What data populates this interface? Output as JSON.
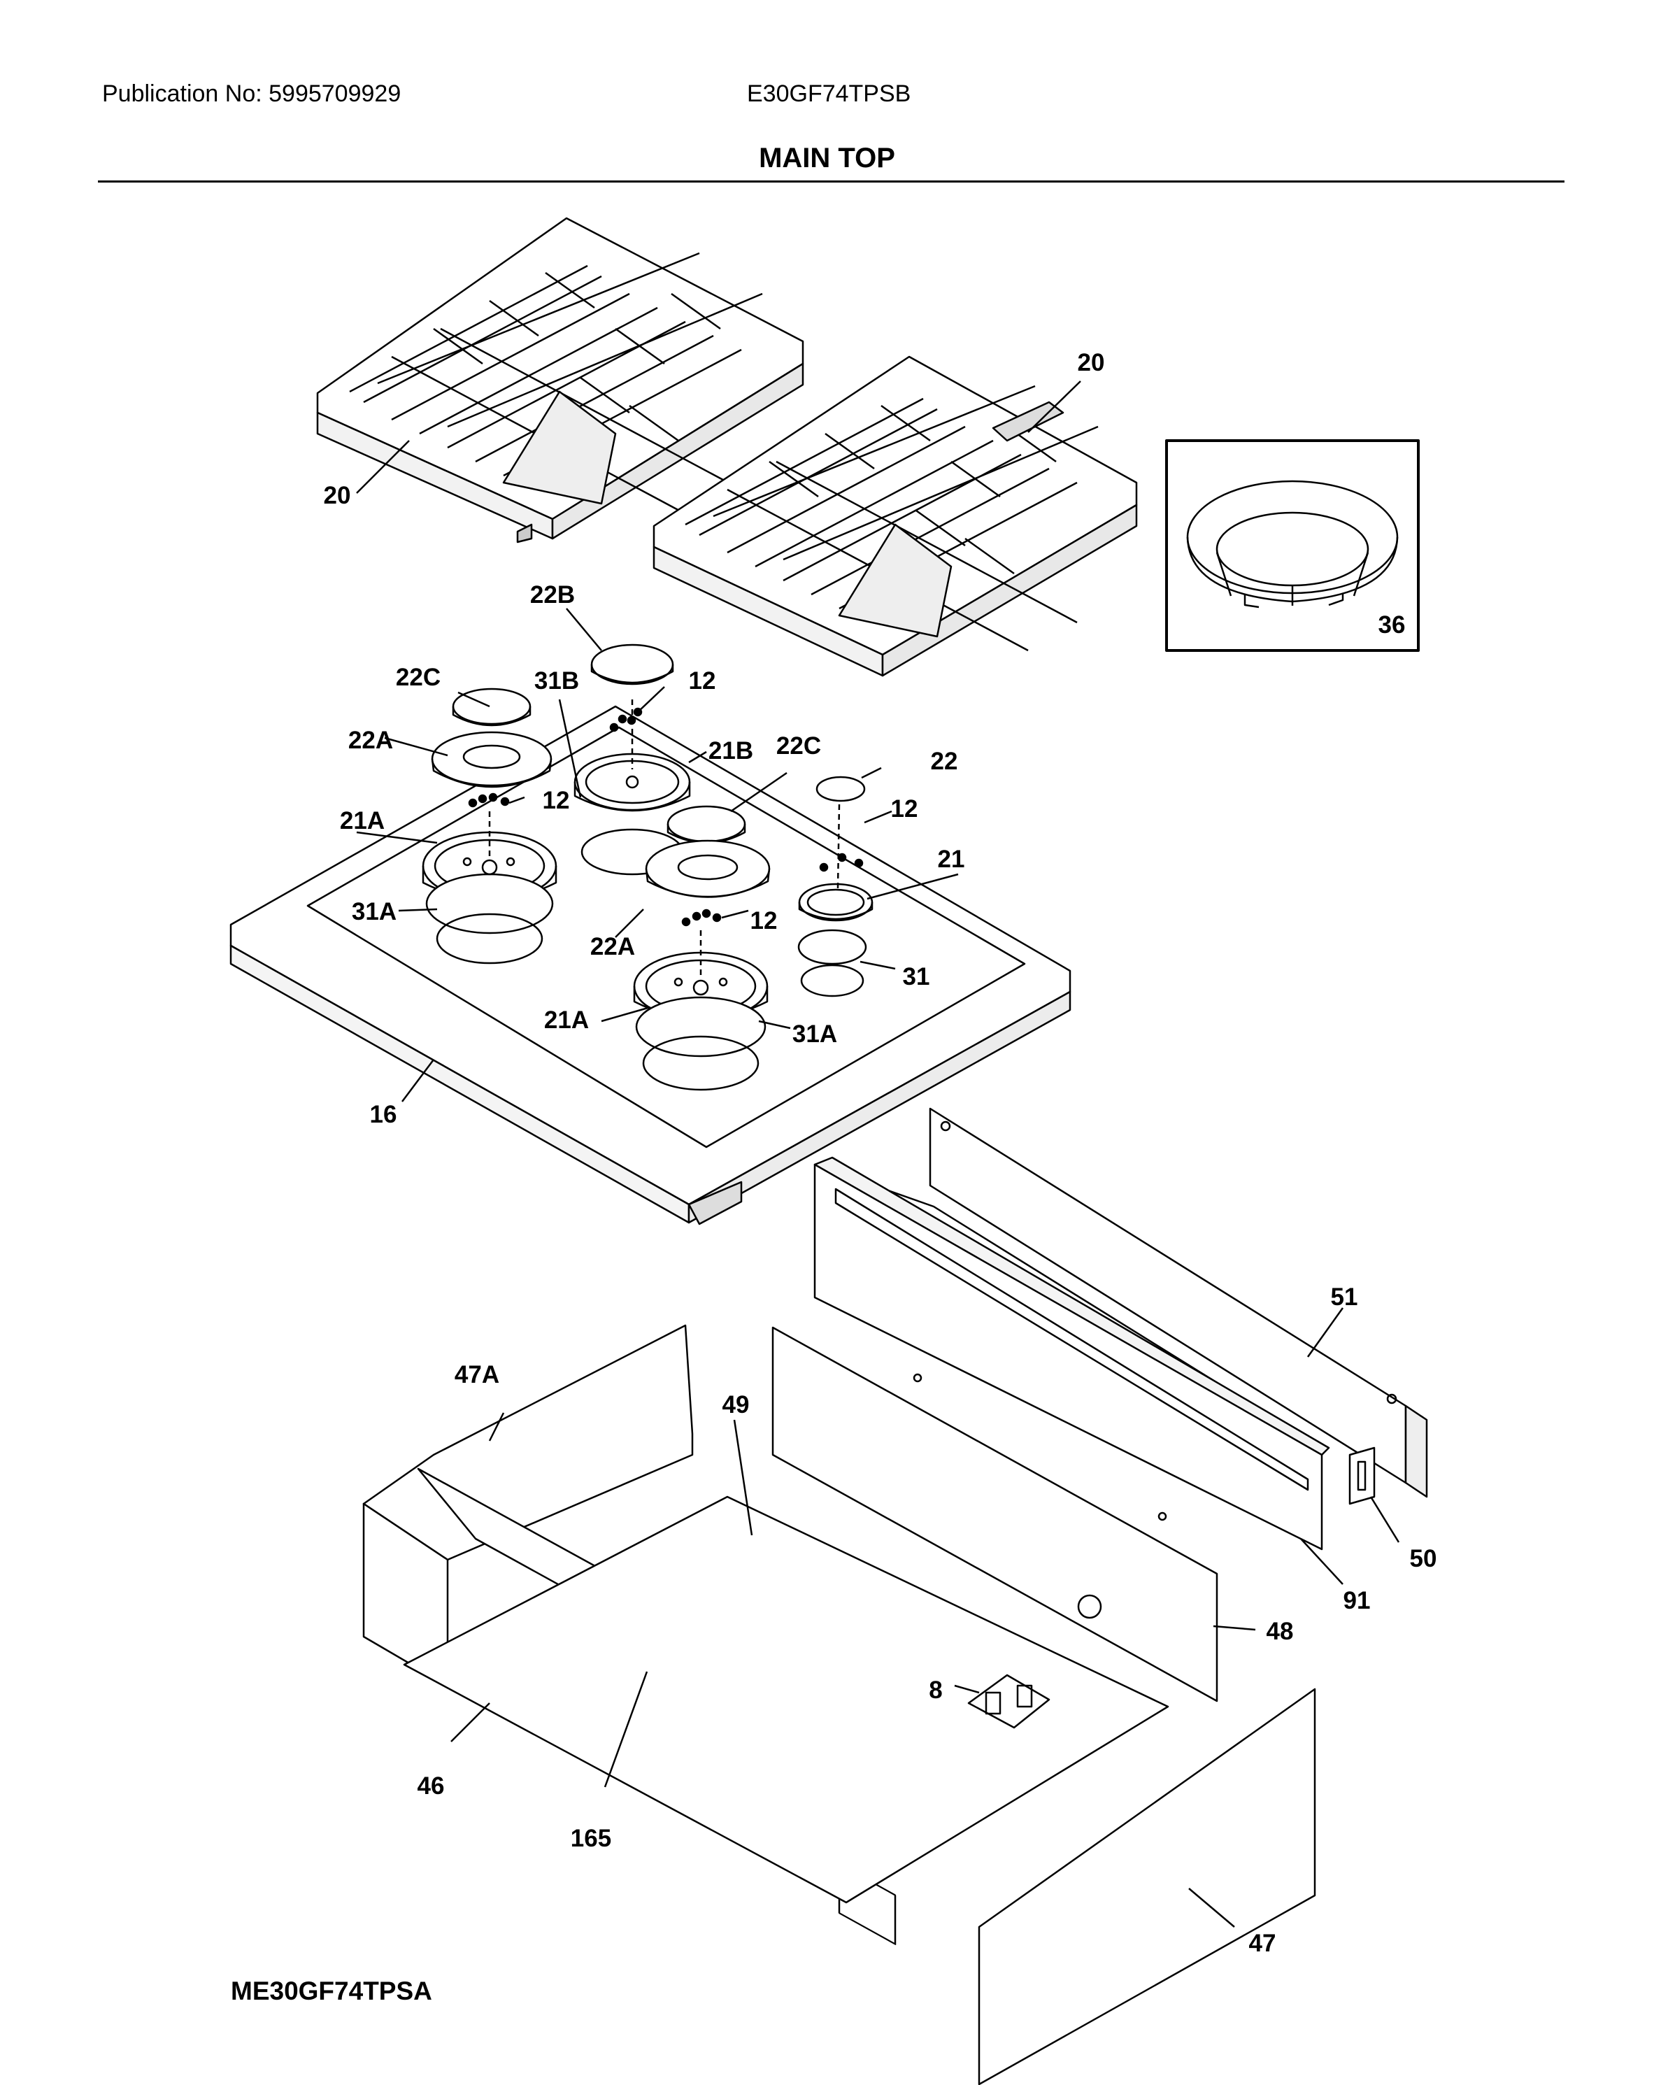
{
  "header": {
    "publication": "Publication No: 5995709929",
    "model": "E30GF74TPSB",
    "section_title": "MAIN TOP"
  },
  "footer": {
    "model_code": "ME30GF74TPSA"
  },
  "callouts": {
    "grate_left": "20",
    "grate_right": "20",
    "inset_ring": "36",
    "cap_22b": "22B",
    "cap_22c_left": "22C",
    "cap_22c_mid": "22C",
    "head_22a_left": "22A",
    "head_22a_mid": "22A",
    "cap_22": "22",
    "seal_31b": "31B",
    "screw_12_a": "12",
    "screw_12_b": "12",
    "screw_12_c": "12",
    "screw_12_d": "12",
    "base_21b": "21B",
    "base_21a_left": "21A",
    "base_21a_front": "21A",
    "base_21": "21",
    "seal_31a_left": "31A",
    "seal_31a_front": "31A",
    "seal_31": "31",
    "cooktop_16": "16",
    "panel_51": "51",
    "bracket_50": "50",
    "panel_91": "91",
    "panel_48": "48",
    "panel_47a": "47A",
    "part_49": "49",
    "igniter_8": "8",
    "plate_46": "46",
    "channel_165": "165",
    "panel_47": "47"
  }
}
